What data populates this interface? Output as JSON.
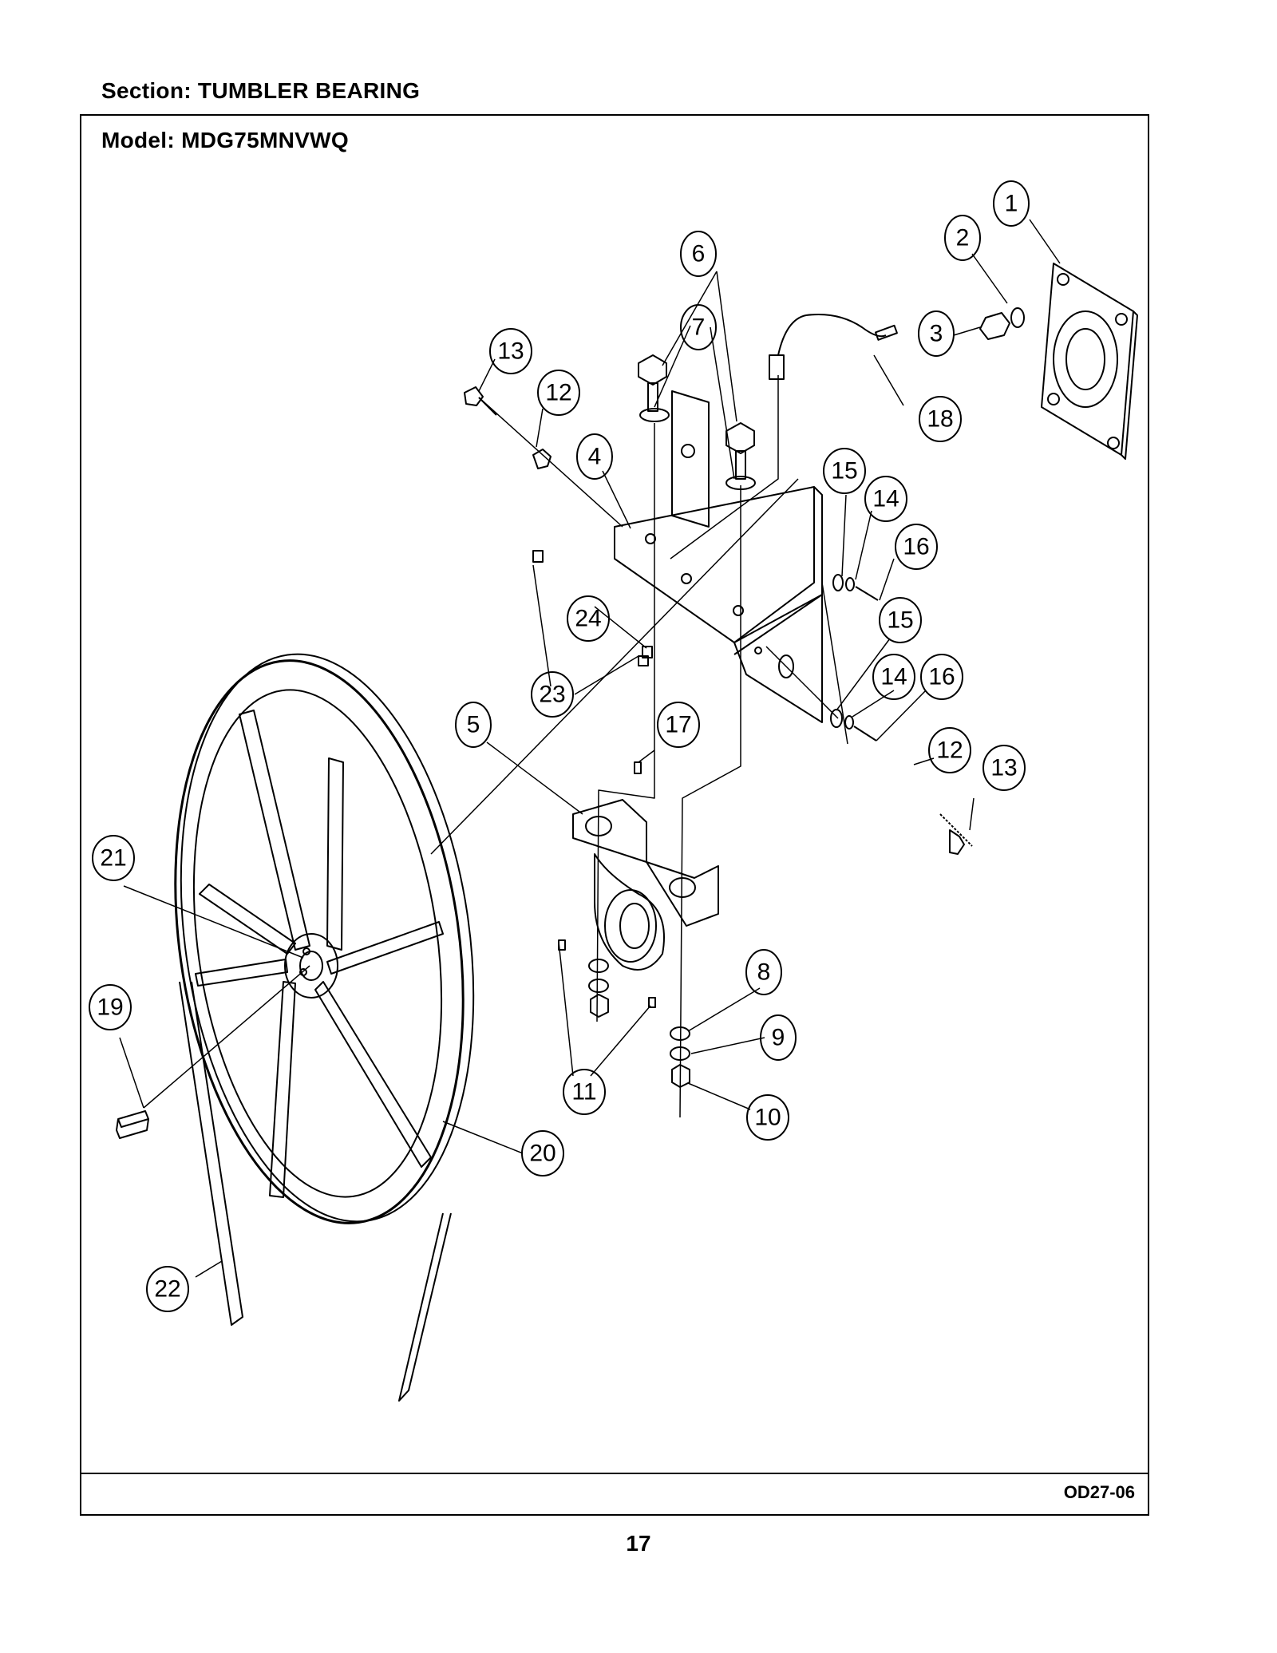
{
  "header": {
    "section_title": "Section:  TUMBLER BEARING",
    "model_title": "Model:  MDG75MNVWQ"
  },
  "footer": {
    "drawing_code": "OD27-06",
    "page_number": "17"
  },
  "callouts": [
    "1",
    "2",
    "3",
    "4",
    "5",
    "6",
    "7",
    "8",
    "9",
    "10",
    "11",
    "12",
    "12",
    "13",
    "13",
    "14",
    "14",
    "15",
    "15",
    "16",
    "16",
    "17",
    "18",
    "19",
    "20",
    "21",
    "22",
    "23",
    "24"
  ]
}
